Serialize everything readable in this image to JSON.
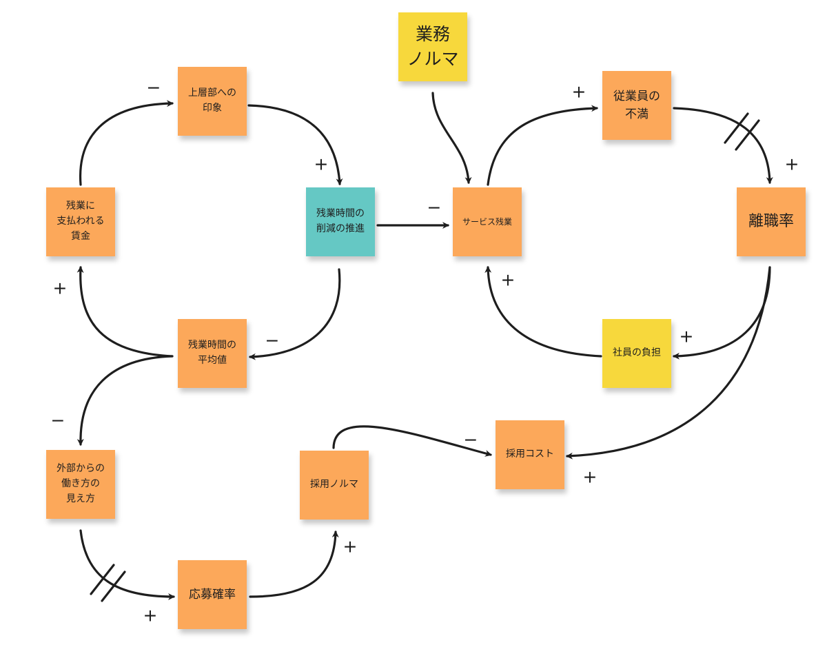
{
  "nodes": {
    "impression": "上層部への\n印象",
    "overtime_pay": "残業に\n支払われる\n賃金",
    "reduction": "残業時間の\n削減の推進",
    "average_hours": "残業時間の\n平均値",
    "external_view": "外部からの\n働き方の\n見え方",
    "application_rate": "応募確率",
    "hiring_quota": "採用ノルマ",
    "business_quota": "業務\nノルマ",
    "service_overtime": "サービス残業",
    "dissatisfaction": "従業員の\n不満",
    "turnover": "離職率",
    "staff_burden": "社員の負担",
    "hiring_cost": "採用コスト"
  },
  "polarities": {
    "pay_to_impression": "−",
    "impression_to_reduction": "+",
    "reduction_to_service": "−",
    "reduction_to_average": "−",
    "average_to_pay": "+",
    "average_to_external": "−",
    "external_to_application": "+",
    "application_to_quota": "+",
    "quota_to_cost": "−",
    "service_to_dissatisfaction": "+",
    "dissatisfaction_to_turnover": "+",
    "burden_to_service": "+",
    "turnover_to_burden": "+",
    "turnover_to_cost": "+"
  },
  "colors": {
    "orange": "#fca85a",
    "teal": "#65c8c4",
    "yellow": "#f7d83c",
    "ink": "#1e1e1e"
  }
}
